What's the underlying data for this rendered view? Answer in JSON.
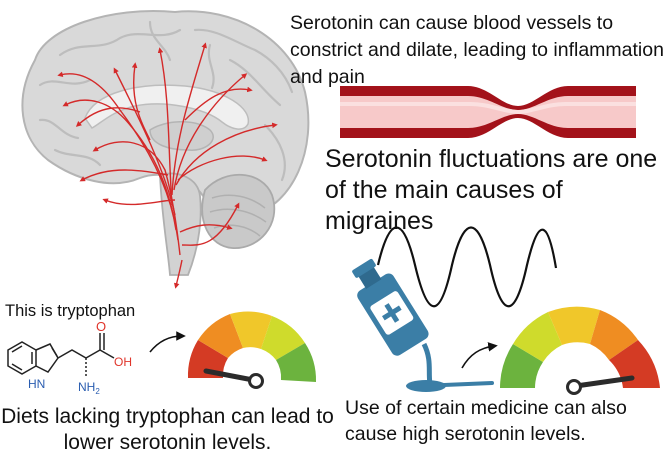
{
  "texts": {
    "vessel_caption": "Serotonin can cause blood vessels to constrict and dilate, leading to inflammation and pain",
    "fluctuation_caption": "Serotonin fluctuations are one of the main causes of migraines",
    "tryptophan_label": "This is tryptophan",
    "diet_caption": "Diets lacking tryptophan can lead to lower serotonin levels.",
    "medicine_caption": "Use of certain medicine can also cause high serotonin levels."
  },
  "molecule": {
    "atom_o": "O",
    "atom_oh": "OH",
    "atom_hn": "HN",
    "atom_nh2_n": "NH",
    "atom_nh2_sub": "2"
  },
  "colors": {
    "artery": "#a3121a",
    "artery_lumen": "#f7c9c9",
    "nerve": "#d42a2a",
    "brain_fill": "#d9d9d9",
    "medicine": "#3b7ea6",
    "gauge_red": "#d43b24",
    "gauge_orange": "#ef8d22",
    "gauge_yellow": "#f0c72a",
    "gauge_lime": "#cfdb2c",
    "gauge_green": "#6cb33e"
  },
  "icons": [
    "brain-illustration",
    "blood-vessel-icon",
    "sine-wave-icon",
    "medicine-bottle-icon",
    "spoon-icon",
    "gauge-icon",
    "curved-arrow-icon",
    "tryptophan-molecule"
  ]
}
